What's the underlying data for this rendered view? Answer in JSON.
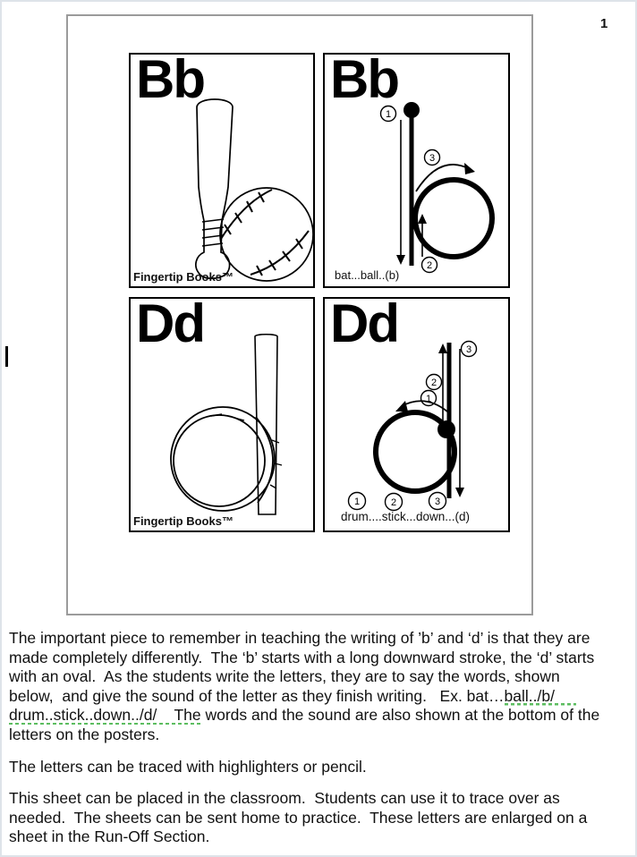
{
  "page": {
    "number": "1"
  },
  "poster": {
    "b_picture": {
      "heading": "Bb",
      "footer": "Fingertip Books™"
    },
    "b_stroke": {
      "heading": "Bb",
      "caption": "bat...ball..(b)",
      "step1": "1",
      "step2": "2",
      "step3": "3"
    },
    "d_picture": {
      "heading": "Dd",
      "footer": "Fingertip Books™"
    },
    "d_stroke": {
      "heading": "Dd",
      "caption": "drum....stick...down...(d)",
      "step1": "1",
      "step2": "2",
      "step3": "3",
      "bottom1": "1",
      "bottom2": "2",
      "bottom3": "3"
    }
  },
  "body": {
    "p1": {
      "l1": "The important piece to remember in teaching the writing of ’b’ and ‘d’ is that they are",
      "l2": "made completely differently.  The ‘b’ starts with a long downward stroke, the ‘d’ starts",
      "l3": "with an oval.  As the students write the letters, they are to say the words, shown",
      "l4a": "below,  and give the sound of the letter as they finish writing.   Ex. bat…",
      "l4b": "ball../b/     ",
      "l5a": "drum..stick..down../d/    The",
      "l5b": " words and the sound are also shown at the bottom of the",
      "l6": "letters on the posters."
    },
    "p2": "The letters can be traced with highlighters or pencil.",
    "p3": {
      "l1": "This sheet can be placed in the classroom.  Students can use it to trace over as",
      "l2": "needed.  The sheets can be sent home to practice.  These letters are enlarged on a",
      "l3": "sheet in the Run-Off Section."
    }
  },
  "colors": {
    "grammar_underline": "#5cbd60",
    "frame_border": "#9b9b9b",
    "page_border": "#dee3e9",
    "panel_border": "#000000",
    "text": "#111111"
  }
}
